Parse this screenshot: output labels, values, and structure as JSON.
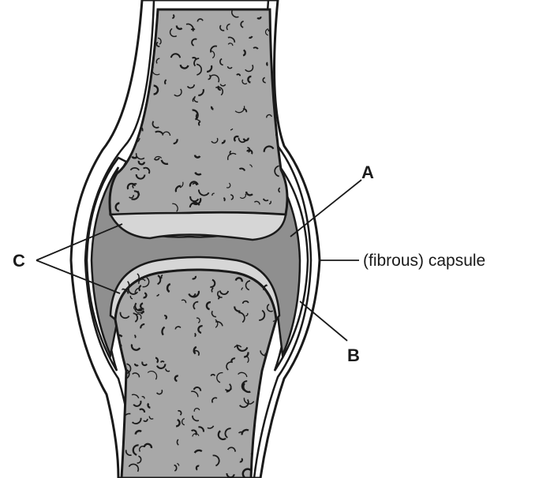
{
  "labels": {
    "a": "A",
    "b": "B",
    "c": "C",
    "capsule": "(fibrous) capsule"
  },
  "colors": {
    "bone": "#a8a8a8",
    "cartilage": "#d6d6d6",
    "synovial_fluid": "#8f8f8f",
    "outline": "#1a1a1a",
    "capsule": "#ffffff"
  }
}
